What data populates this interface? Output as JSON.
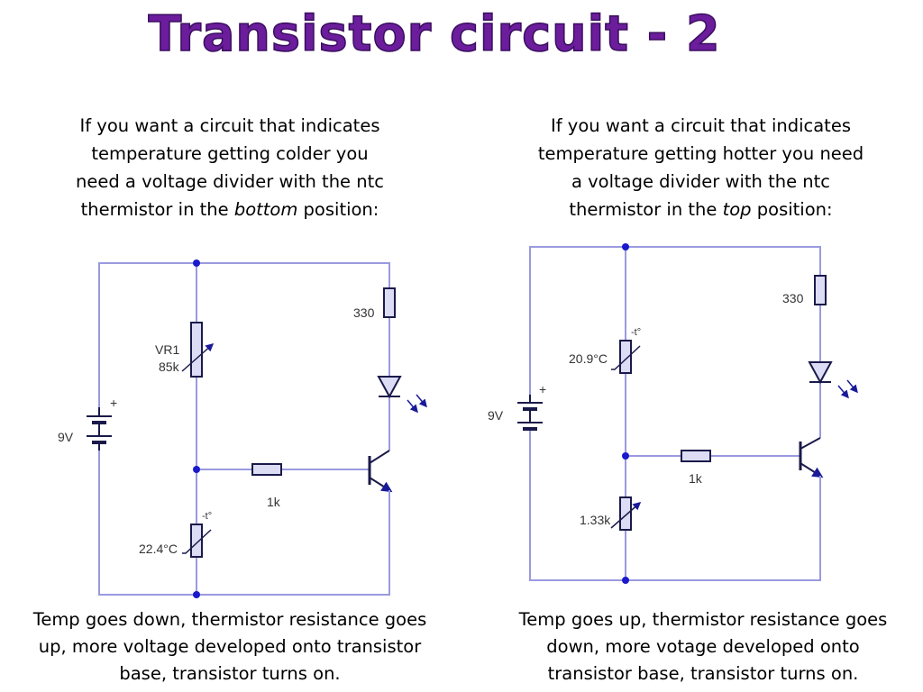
{
  "title": "Transistor circuit - 2",
  "left": {
    "intro": {
      "line1": "If you want a circuit that indicates",
      "line2": "temperature getting colder you",
      "line3": "need a voltage divider with the ntc",
      "line4_pre": "thermistor in the ",
      "line4_em": "bottom",
      "line4_post": " position:"
    },
    "labels": {
      "battery": "9V",
      "battery_plus": "+",
      "vr_name": "VR1",
      "vr_value": "85k",
      "led_resistor": "330",
      "base_resistor": "1k",
      "thermistor_symbol": "-t°",
      "thermistor_temp": "22.4°C"
    },
    "caption": {
      "line1": "Temp goes down, thermistor resistance goes",
      "line2": "up, more voltage developed onto transistor",
      "line3": "base, transistor turns on."
    }
  },
  "right": {
    "intro": {
      "line1": "If you want a circuit that indicates",
      "line2": "temperature getting hotter you need",
      "line3": "a voltage divider with the ntc",
      "line4_pre": "thermistor in the ",
      "line4_em": "top",
      "line4_post": " position:"
    },
    "labels": {
      "battery": "9V",
      "battery_plus": "+",
      "thermistor_symbol": "-t°",
      "thermistor_temp": "20.9°C",
      "led_resistor": "330",
      "base_resistor": "1k",
      "vr_value": "1.33k"
    },
    "caption": {
      "line1": "Temp goes up, thermistor resistance goes",
      "line2": "down,  more votage developed onto",
      "line3": "transistor base, transistor turns on."
    }
  },
  "colors": {
    "title": "#6b1d9c",
    "wire": "#9a9ae0",
    "component_stroke": "#1a1a4a",
    "component_fill": "#dcdcf4",
    "node": "#1a1acc",
    "arrow": "#1a1a99"
  }
}
